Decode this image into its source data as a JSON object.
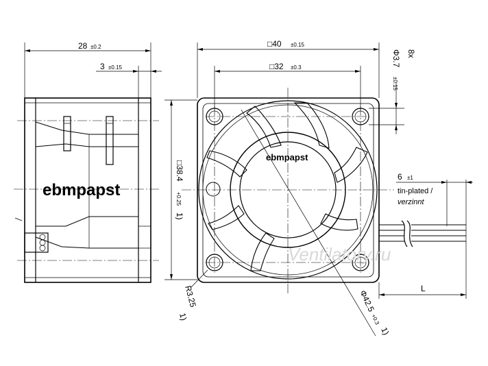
{
  "side_view": {
    "brand": "ebmpapst",
    "dim_depth": {
      "value": "28",
      "tol": "±0.2"
    },
    "dim_flange": {
      "value": "3",
      "tol": "±0.15"
    }
  },
  "front_view": {
    "brand": "ebmpapst",
    "dim_outer": {
      "value": "□40",
      "tol": "±0.15"
    },
    "dim_hole_spacing": {
      "value": "□32",
      "tol": "±0.3"
    },
    "dim_holes": {
      "count": "8x",
      "value": "Φ3.7",
      "tol": "±0.15"
    },
    "dim_inner": {
      "value": "□38.4",
      "tol": "+0.25",
      "close": "1)"
    },
    "dim_radius": {
      "value": "R3.25",
      "close": "1)"
    },
    "dim_diameter": {
      "value": "Φ42.5",
      "tol": "+0.3",
      "close": "1)"
    }
  },
  "leads": {
    "dim_strip": {
      "value": "6",
      "tol": "±1"
    },
    "note_line1": "tin-plated /",
    "note_line2": "verzinnt",
    "dim_length": "L"
  },
  "watermark": "Ventilatory.ru"
}
